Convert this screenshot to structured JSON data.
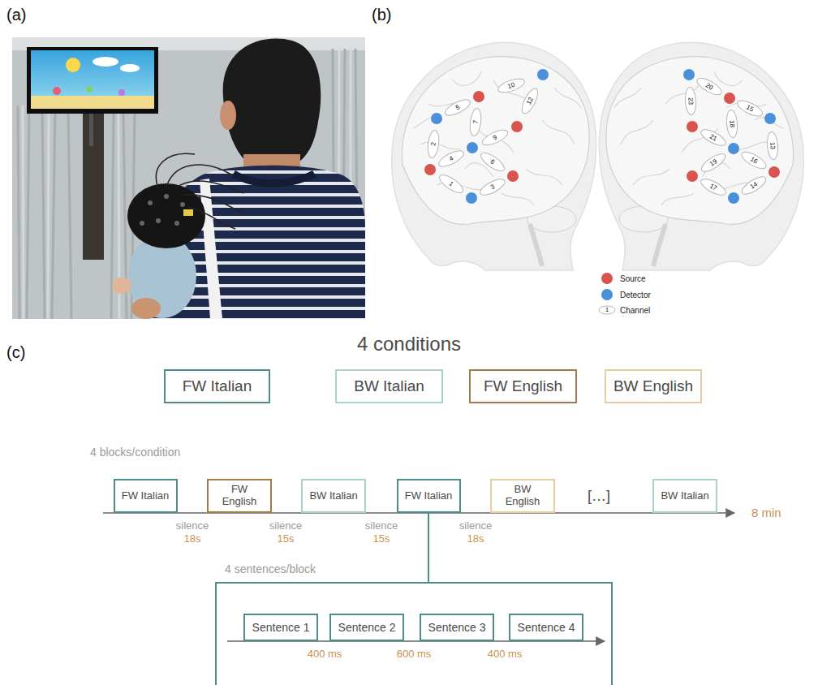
{
  "diagram": {
    "nodes": [
      {
        "text": [
          "10"
        ]
      },
      {
        "text": [
          "5"
        ]
      },
      {
        "text": [
          "7"
        ]
      },
      {
        "text": [
          "12"
        ]
      },
      {
        "text": [
          "2"
        ]
      },
      {
        "text": [
          "9"
        ]
      },
      {
        "text": [
          "4"
        ]
      },
      {
        "text": [
          "6"
        ]
      },
      {
        "text": [
          "1"
        ]
      },
      {
        "text": [
          "3"
        ]
      },
      {
        "text": [
          "20"
        ]
      },
      {
        "text": [
          "23"
        ]
      },
      {
        "text": [
          "15"
        ]
      },
      {
        "text": [
          "18"
        ]
      },
      {
        "text": [
          "13"
        ]
      },
      {
        "text": [
          "21"
        ]
      },
      {
        "text": [
          "16"
        ]
      },
      {
        "text": [
          "19"
        ]
      },
      {
        "text": [
          "17"
        ]
      },
      {
        "text": [
          "14"
        ]
      },
      {
        "text": [
          "FW Italian"
        ]
      },
      {
        "text": [
          "BW Italian"
        ]
      },
      {
        "text": [
          "FW English"
        ]
      },
      {
        "text": [
          "BW English"
        ]
      },
      {
        "text": [
          "FW Italian"
        ]
      },
      {
        "text": [
          "FW English"
        ]
      },
      {
        "text": [
          "BW Italian"
        ]
      },
      {
        "text": [
          "FW Italian"
        ]
      },
      {
        "text": [
          "BW English"
        ]
      },
      {
        "text": [
          "BW Italian"
        ]
      },
      {
        "text": [
          "4 sentences/block"
        ]
      },
      {
        "text": [
          "Sentence 1"
        ],
        "in": 30
      },
      {
        "text": [
          "Sentence 2"
        ],
        "in": 30
      },
      {
        "text": [
          "Sentence 3"
        ],
        "in": 30
      },
      {
        "text": [
          "Sentence 4"
        ],
        "in": 30
      }
    ],
    "edges": [
      {
        "from": 27,
        "to": 30,
        "arrow": "none"
      }
    ],
    "labels": [
      "(a)",
      "(b)",
      "(c)",
      "1",
      "4 conditions",
      "4 blocks/condition",
      "[…]",
      "8 min",
      "silence",
      "18s",
      "silence",
      "15s",
      "silence",
      "15s",
      "silence",
      "18s",
      "400 ms",
      "600 ms",
      "400 ms"
    ],
    "legend": [
      {
        "text": "Source",
        "color": "#d9534f"
      },
      {
        "text": "Detector",
        "color": "#4a90d9"
      },
      {
        "text": "Channel"
      }
    ]
  }
}
